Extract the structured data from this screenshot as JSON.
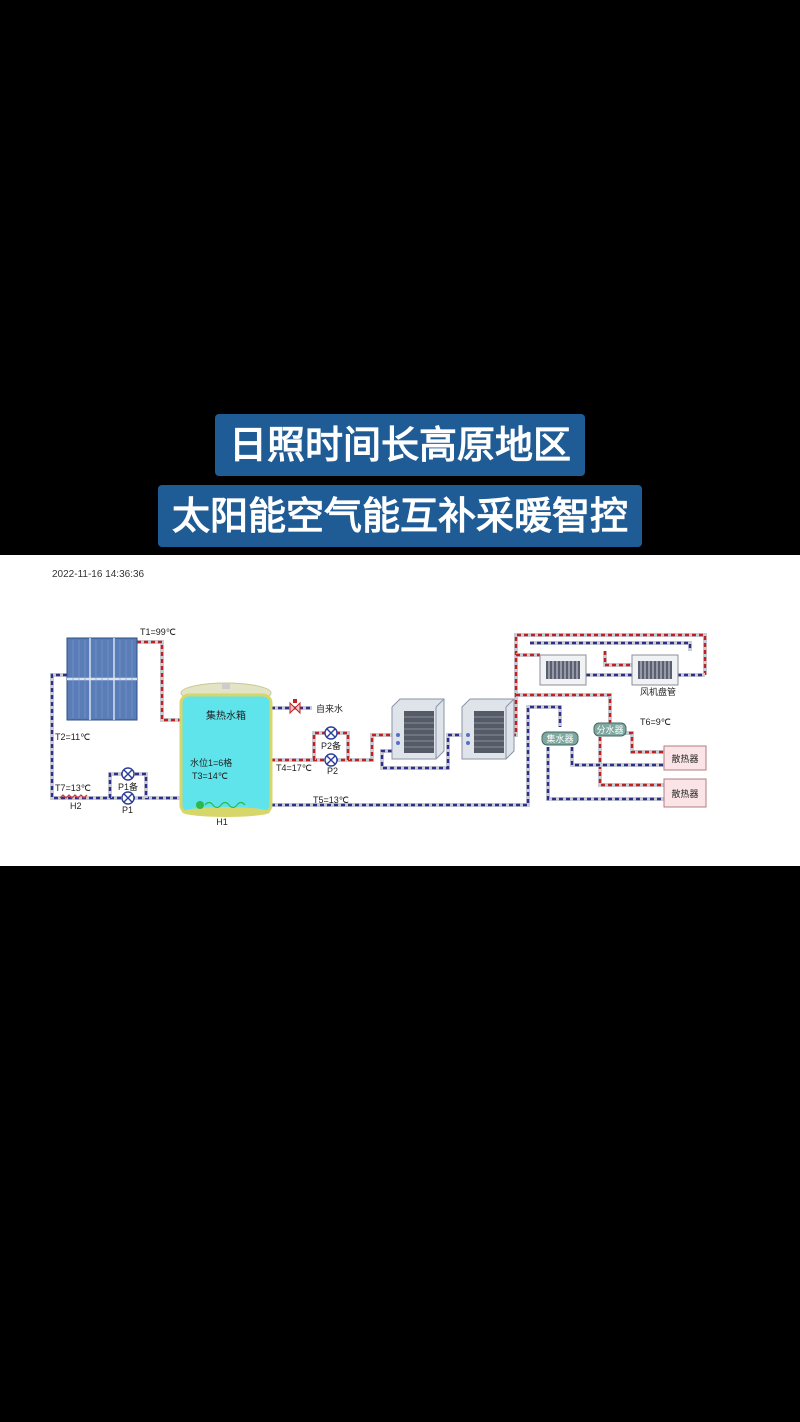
{
  "caption": {
    "line1": "日照时间长高原地区",
    "line2": "太阳能空气能互补采暖智控"
  },
  "panel": {
    "timestamp": "2022-11-16 14:36:36"
  },
  "diagram": {
    "tank_title": "集热水箱",
    "tank_level": "水位1=6格",
    "tank_temp": "T3=14℃",
    "tank_label": "H1",
    "t1": "T1=99℃",
    "t2": "T2=11℃",
    "t7": "T7=13℃",
    "h2": "H2",
    "p1_backup": "P1备",
    "p1": "P1",
    "tap_water": "自来水",
    "p2_backup": "P2备",
    "p2": "P2",
    "t4": "T4=17℃",
    "t5": "T5=13℃",
    "fan_coil": "风机盘管",
    "collector": "集水器",
    "distributor": "分水器",
    "t6": "T6=9℃",
    "radiator1": "散热器",
    "radiator2": "散热器"
  }
}
